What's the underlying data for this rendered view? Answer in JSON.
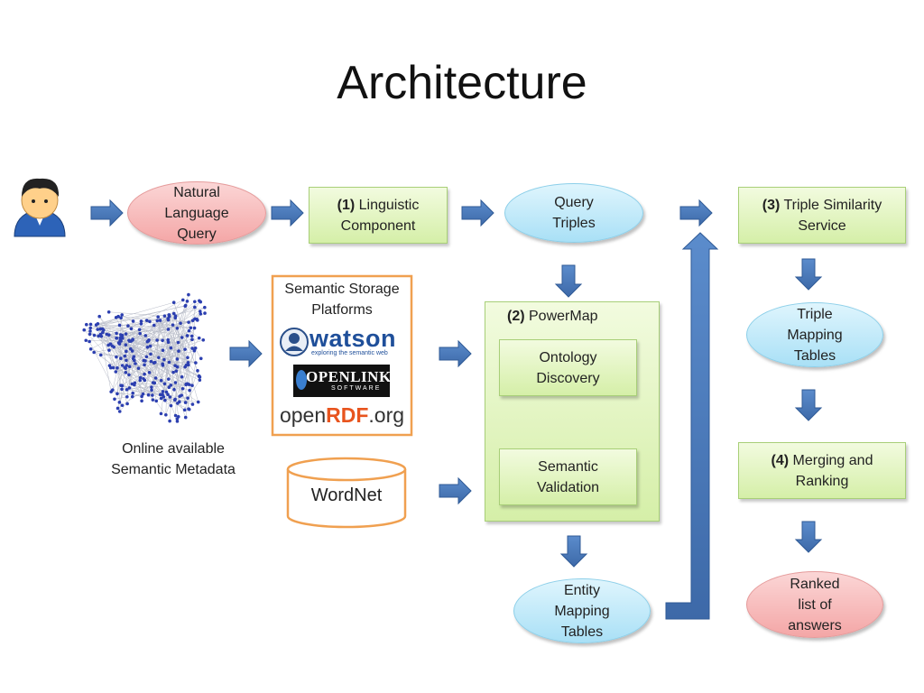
{
  "title": "Architecture",
  "nodes": {
    "natural_language_query": "Natural\nLanguage\nQuery",
    "linguistic_component": {
      "num": "(1)",
      "text": " Linguistic\nComponent"
    },
    "query_triples": "Query\nTriples",
    "triple_similarity": {
      "num": "(3)",
      "text": " Triple Similarity\nService"
    },
    "semantic_storage_title": "Semantic Storage\nPlatforms",
    "watson_logo": "watson",
    "watson_tagline": "exploring the semantic web",
    "openlink_logo": "OPENLINK",
    "openlink_sub": "SOFTWARE",
    "openrdf_prefix": "open",
    "openrdf_rdf": "RDF",
    "openrdf_suffix": ".org",
    "online_metadata": "Online available\nSemantic Metadata",
    "wordnet": "WordNet",
    "powermap": {
      "num": "(2)",
      "text": " PowerMap"
    },
    "ontology_discovery": "Ontology\nDiscovery",
    "semantic_validation": "Semantic\nValidation",
    "entity_mapping": "Entity\nMapping\nTables",
    "triple_mapping": "Triple\nMapping\nTables",
    "merging_ranking": {
      "num": "(4)",
      "text": " Merging and\nRanking"
    },
    "ranked_list": "Ranked\nlist of\nanswers"
  },
  "colors": {
    "arrow": "#4a78b8",
    "orange_border": "#f0a050",
    "pink": "#f4a6a6",
    "cyan": "#a9e0f6",
    "green": "#d5efa8"
  }
}
